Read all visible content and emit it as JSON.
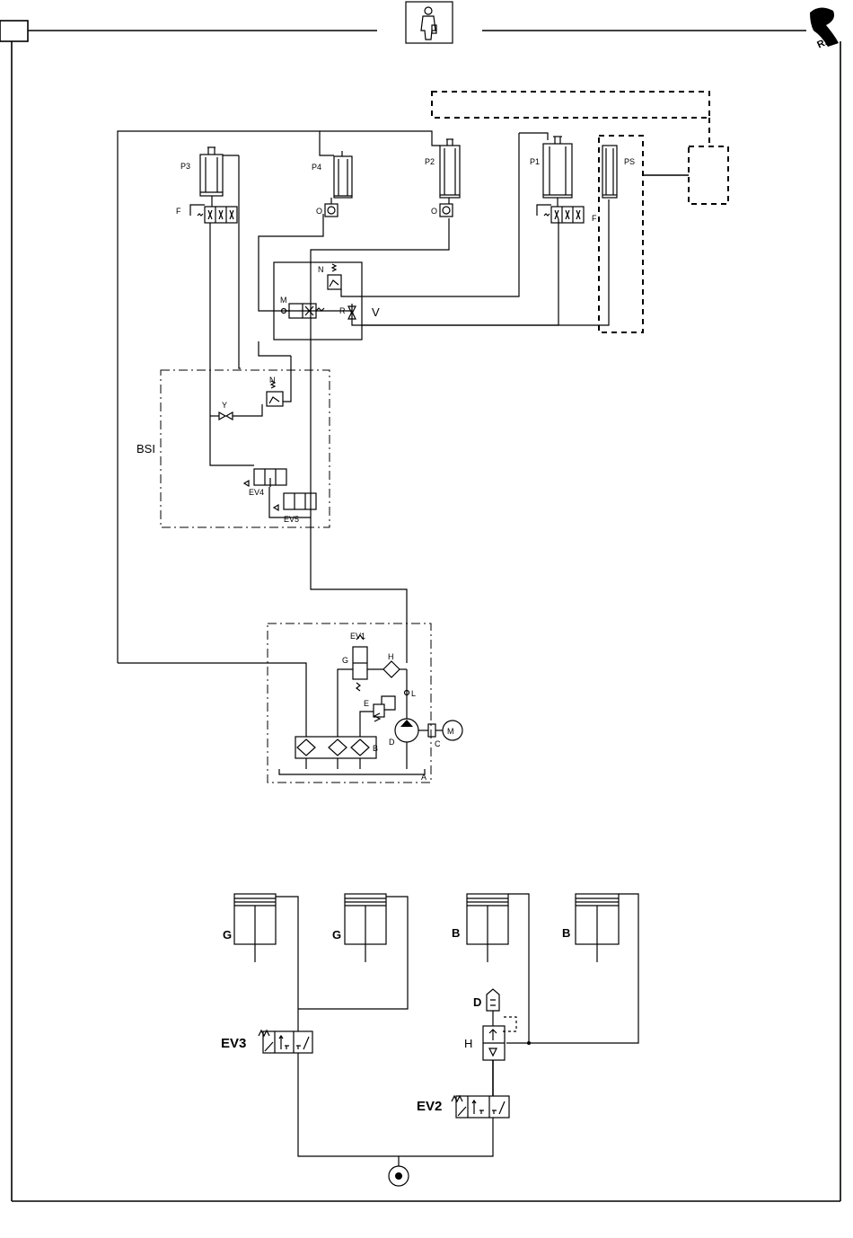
{
  "header": {
    "badge_icon": "person-manual-icon",
    "logo_icon": "ra-logo-icon"
  },
  "upper_circuit": {
    "pistons": [
      "P3",
      "P4",
      "P2",
      "P1",
      "PS"
    ],
    "labels": {
      "f": "F",
      "o": "O",
      "n": "N",
      "m": "M",
      "r": "R",
      "v": "V",
      "y": "Y",
      "bsi": "BSI",
      "ev4": "EV4",
      "ev5": "EV5",
      "ev1": "EV1",
      "g": "G",
      "h": "H",
      "l": "L",
      "e": "E",
      "d": "D",
      "c": "C",
      "motor": "M",
      "b": "B",
      "a": "A"
    }
  },
  "lower_circuit": {
    "cylinders": [
      "G",
      "G",
      "B",
      "B"
    ],
    "valves": [
      "EV3",
      "EV2"
    ],
    "labels": {
      "d": "D",
      "h": "H"
    }
  }
}
